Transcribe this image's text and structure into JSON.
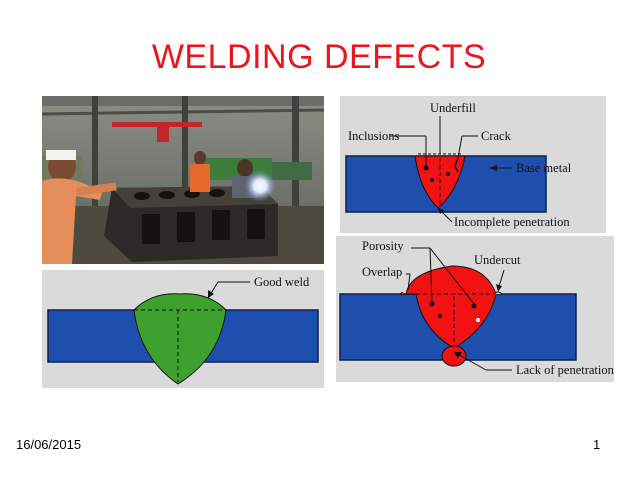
{
  "slide": {
    "title": "WELDING  DEFECTS",
    "date": "16/06/2015",
    "page_number": "1"
  },
  "photo": {
    "subject": "welders-at-workshop-photo"
  },
  "good_weld_diagram": {
    "label": "Good weld"
  },
  "defects_diagram_top": {
    "labels": {
      "underfill": "Underfill",
      "inclusions": "Inclusions",
      "crack": "Crack",
      "base_metal": "Base metal",
      "incomplete_penetration": "Incomplete penetration"
    }
  },
  "defects_diagram_bottom": {
    "labels": {
      "porosity": "Porosity",
      "overlap": "Overlap",
      "undercut": "Undercut",
      "lack_of_penetration": "Lack of penetration"
    }
  },
  "colors": {
    "title": "#e8161d",
    "base_metal": "#1f4fae",
    "good_weld": "#3ea12e",
    "defect_weld": "#f21212",
    "panel_bg": "#d9dad9"
  }
}
